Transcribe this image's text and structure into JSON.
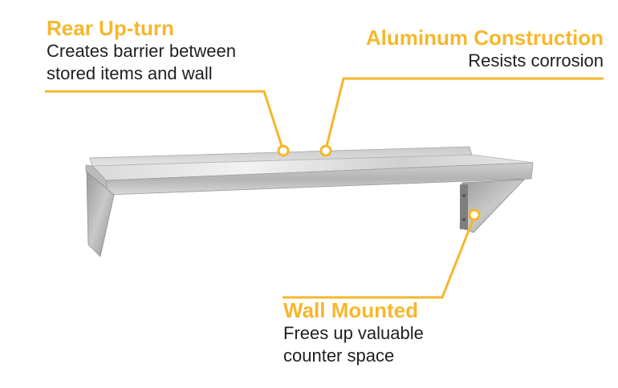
{
  "colors": {
    "accent": "#f5b72b",
    "text": "#1f1f1f",
    "steel_light": "#e6e6e6",
    "steel_mid": "#bdbdbd",
    "steel_dark": "#8f8f8f"
  },
  "callouts": {
    "rear": {
      "title": "Rear Up-turn",
      "line1": "Creates barrier between",
      "line2": "stored items and wall"
    },
    "aluminum": {
      "title": "Aluminum Construction",
      "line1": "Resists corrosion"
    },
    "wall": {
      "title": "Wall Mounted",
      "line1": "Frees up valuable",
      "line2": "counter space"
    }
  }
}
